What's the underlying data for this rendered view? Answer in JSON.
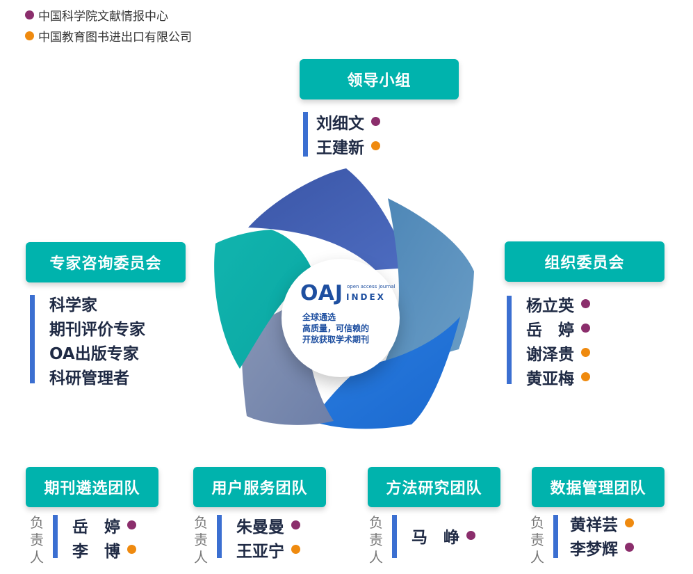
{
  "legend": [
    {
      "label": "中国科学院文献情报中心",
      "color": "#8b2e6c"
    },
    {
      "label": "中国教育图书进出口有限公司",
      "color": "#ef8a0f"
    }
  ],
  "colors": {
    "teal": "#00b3ad",
    "bar": "#3b6fd1",
    "purple": "#8b2e6c",
    "orange": "#ef8a0f"
  },
  "leadership": {
    "title": "领导小组",
    "members": [
      {
        "name": "刘细文",
        "org": "purple"
      },
      {
        "name": "王建新",
        "org": "orange"
      }
    ]
  },
  "expert_committee": {
    "title": "专家咨询委员会",
    "members": [
      "科学家",
      "期刊评价专家",
      "OA出版专家",
      "科研管理者"
    ]
  },
  "organizing_committee": {
    "title": "组织委员会",
    "members": [
      {
        "name": "杨立英",
        "org": "purple"
      },
      {
        "name": "岳　婷",
        "org": "purple"
      },
      {
        "name": "谢泽贵",
        "org": "orange"
      },
      {
        "name": "黄亚梅",
        "org": "orange"
      }
    ]
  },
  "center": {
    "logo": "OAJ",
    "logo_sub": "open access journal",
    "logo_index": "INDEX",
    "slogan_1": "全球通选",
    "slogan_2": "高质量，可信赖的",
    "slogan_3": "开放获取学术期刊"
  },
  "responsible_label": [
    "负",
    "责",
    "人"
  ],
  "teams": [
    {
      "title": "期刊遴选团队",
      "members": [
        {
          "name": "岳　婷",
          "org": "purple"
        },
        {
          "name": "李　博",
          "org": "orange"
        }
      ]
    },
    {
      "title": "用户服务团队",
      "members": [
        {
          "name": "朱曼曼",
          "org": "purple"
        },
        {
          "name": "王亚宁",
          "org": "orange"
        }
      ]
    },
    {
      "title": "方法研究团队",
      "members": [
        {
          "name": "马　峥",
          "org": "purple"
        }
      ]
    },
    {
      "title": "数据管理团队",
      "members": [
        {
          "name": "黄祥芸",
          "org": "orange"
        },
        {
          "name": "李梦辉",
          "org": "purple"
        }
      ]
    }
  ]
}
